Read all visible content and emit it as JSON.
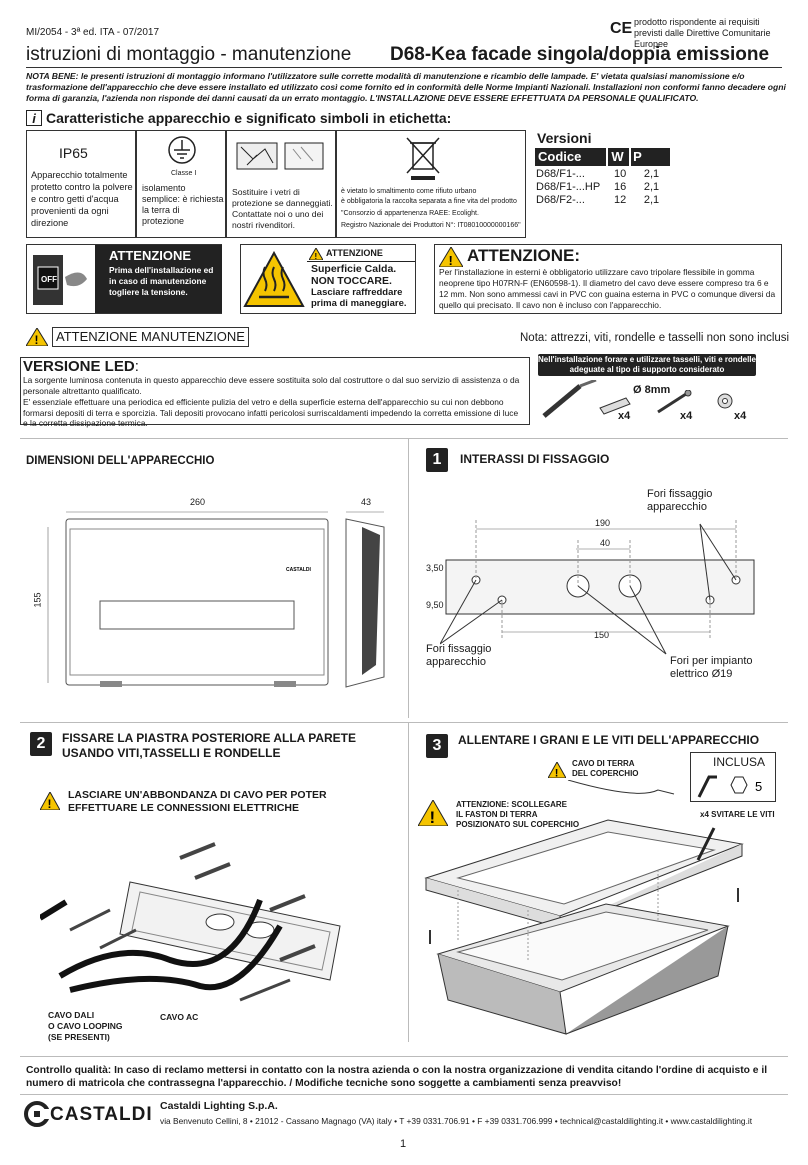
{
  "header": {
    "doc_code": "MI/2054 - 3ª ed. ITA - 07/2017",
    "ce_mark": "CE",
    "ce_text": "prodotto rispondente ai requisiti previsti dalle Direttive Comunitarie Europee",
    "title_left": "istruzioni di montaggio - manutenzione",
    "title_right": "D68-Kea facade singola/doppia emissione"
  },
  "nota_bene": "NOTA BENE: le presenti istruzioni di montaggio informano l'utilizzatore sulle corrette modalità di manutenzione e ricambio delle lampade. E' vietata qualsiasi manomissione e/o trasformazione dell'apparecchio che deve essere installato ed utilizzato così come fornito ed in conformità delle Norme Impianti Nazionali. Installazioni non conformi fanno decadere ogni forma di garanzia, l'azienda non risponde dei danni causati da un errato montaggio. L'INSTALLAZIONE DEVE ESSERE EFFETTUATA DA PERSONALE QUALIFICATO.",
  "characteristics": {
    "icon": "i",
    "title": "Caratteristiche apparecchio e significato simboli in etichetta:",
    "ip_label": "IP65",
    "ip_text": "Apparecchio totalmente protetto contro la polvere e contro getti d'acqua provenienti da ogni direzione",
    "classe_label": "Classe I",
    "classe_text": "isolamento semplice: è richiesta la terra di protezione",
    "glass_text": "Sostituire i vetri di protezione se danneggiati. Contattate noi o uno dei nostri rivenditori.",
    "raee_line1": "è vietato lo smaltimento come rifiuto urbano",
    "raee_line2": "è obbligatoria la raccolta separata a fine vita del prodotto",
    "raee_line3": "\"Consorzio di appartenenza RAEE: Ecolight.",
    "raee_line4": "Registro Nazionale dei Produttori N°: IT08010000000166\""
  },
  "versions": {
    "title": "Versioni",
    "headers": [
      "Codice",
      "W",
      "P (Kg)"
    ],
    "rows": [
      [
        "D68/F1-...",
        "10",
        "2,1"
      ],
      [
        "D68/F1-...HP",
        "16",
        "2,1"
      ],
      [
        "D68/F2-...",
        "12",
        "2,1"
      ]
    ]
  },
  "warnings": {
    "att1_title": "ATTENZIONE",
    "att1_text": "Prima dell'installazione ed in caso di manutenzione togliere la tensione.",
    "off_label": "OFF",
    "att2_title": "ATTENZIONE",
    "att2_line1": "Superficie Calda.",
    "att2_line2": "NON TOCCARE.",
    "att2_line3": "Lasciare raffreddare prima di maneggiare.",
    "att3_title": "ATTENZIONE:",
    "att3_text": "Per l'installazione in esterni è obbligatorio utilizzare cavo tripolare flessibile in gomma neoprene tipo H07RN-F (EN60598-1). Il diametro del cavo deve essere compreso tra 6  e 12  mm. Non sono ammessi cavi in PVC con guaina esterna in PVC o comunque diversi da quello qui precisato. Il cavo non è incluso con l'apparecchio."
  },
  "maintenance": {
    "label": "ATTENZIONE MANUTENZIONE",
    "note": "Nota: attrezzi, viti, rondelle e tasselli non sono inclusi",
    "led_title": "VERSIONE LED",
    "led_colon": ":",
    "led_p1": "La sorgente luminosa contenuta in questo apparecchio deve essere sostituita solo dal costruttore o dal suo servizio di assistenza o da personale altrettanto qualificato.",
    "led_p2": "E' essenziale effettuare una periodica ed efficiente pulizia del vetro e della superficie esterna dell'apparecchio su cui non debbono formarsi depositi di terra e sporcizia. Tali depositi provocano infatti pericolosi surriscaldamenti impedendo la corretta emissione di luce e la corretta dissipazione termica.",
    "tools_banner": "Nell'installazione forare e utilizzare tasselli, viti e rondelle adeguate al tipo di supporto considerato",
    "drill_label": "Ø 8mm",
    "x4a": "x4",
    "x4b": "x4",
    "x4c": "x4"
  },
  "dimensions": {
    "title": "DIMENSIONI DELL'APPARECCHIO",
    "w": "260",
    "d": "43",
    "h": "155",
    "brand_mark": "CASTALDI"
  },
  "step1": {
    "num": "1",
    "title": "INTERASSI DI FISSAGGIO",
    "fori_top": "Fori fissaggio apparecchio",
    "fori_left": "Fori fissaggio apparecchio",
    "fori_el": "Fori per impianto elettrico Ø19",
    "d190": "190",
    "d40": "40",
    "d150": "150",
    "d350": "3,50",
    "d950": "9,50"
  },
  "step2": {
    "num": "2",
    "title_l1": "FISSARE LA PIASTRA POSTERIORE ALLA PARETE",
    "title_l2": "USANDO VITI,TASSELLI E RONDELLE",
    "warn_l1": "LASCIARE UN'ABBONDANZA DI CAVO PER POTER",
    "warn_l2": "EFFETTUARE LE CONNESSIONI ELETTRICHE",
    "cavo_dali_l1": "CAVO DALI",
    "cavo_dali_l2": "O CAVO LOOPING",
    "cavo_dali_l3": "(SE PRESENTI)",
    "cavo_ac": "CAVO AC"
  },
  "step3": {
    "num": "3",
    "title": "ALLENTARE I GRANI E LE VITI DELL'APPARECCHIO",
    "inclusa": "INCLUSA",
    "hex_size": "5",
    "cavo_terra_l1": "CAVO DI TERRA",
    "cavo_terra_l2": "DEL COPERCHIO",
    "scoll_l1": "ATTENZIONE: SCOLLEGARE",
    "scoll_l2": "IL FASTON DI TERRA",
    "scoll_l3": "POSIZIONATO SUL COPERCHIO",
    "svitare": "x4 SVITARE LE VITI"
  },
  "footer": {
    "quality": "Controllo qualità: In caso di reclamo mettersi in contatto con la nostra azienda o con la nostra organizzazione di vendita citando l'ordine di acquisto e il numero di matricola che contrassegna l'apparecchio.  /  Modifiche tecniche sono soggette a cambiamenti senza preavviso!",
    "logo": "CASTALDI",
    "company": "Castaldi Lighting S.p.A.",
    "address": "via Benvenuto Cellini, 8 • 21012 - Cassano Magnago (VA) italy • T +39 0331.706.91 • F +39 0331.706.999 • technical@castaldilighting.it • www.castaldilighting.it",
    "page": "1"
  }
}
